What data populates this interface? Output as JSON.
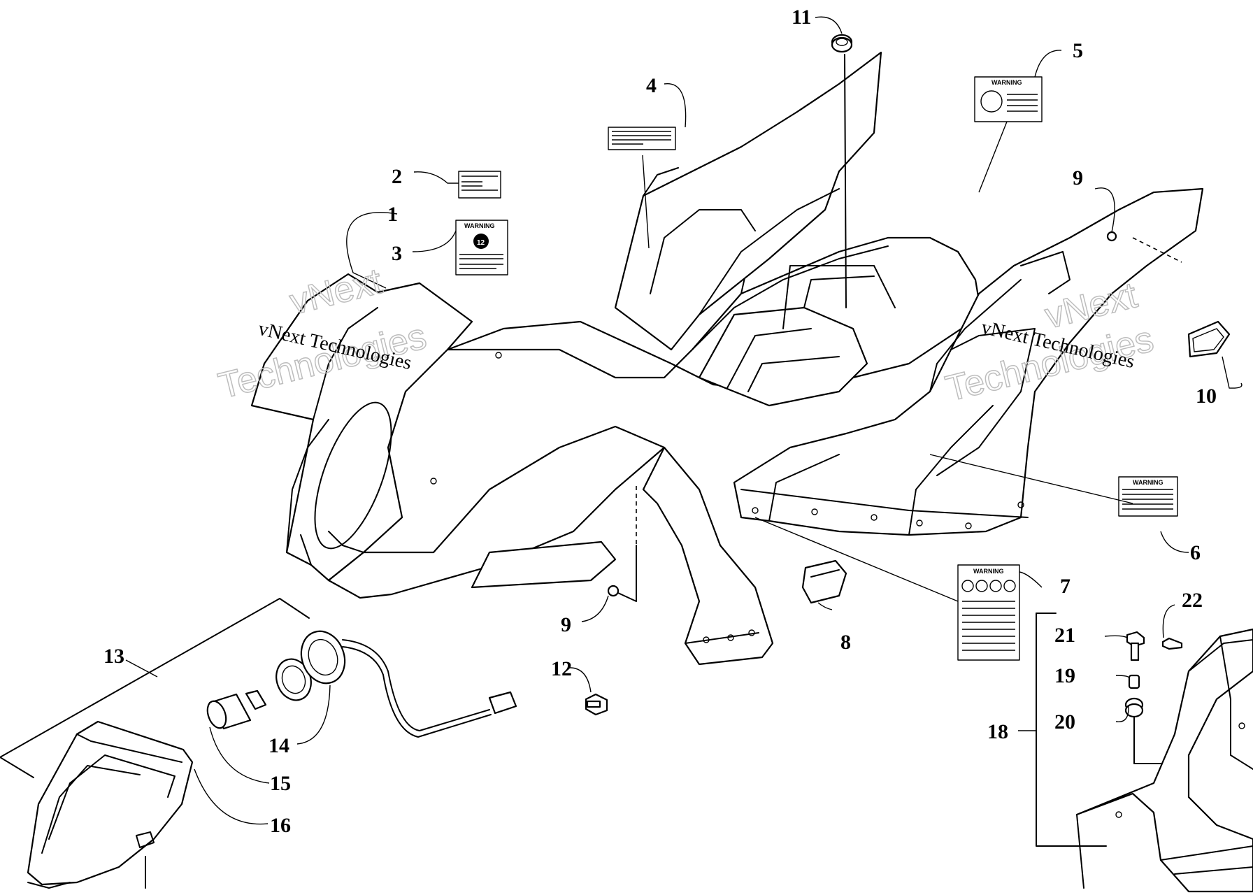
{
  "diagram": {
    "callouts": [
      {
        "id": "c1",
        "text": "1"
      },
      {
        "id": "c2",
        "text": "2"
      },
      {
        "id": "c3",
        "text": "3"
      },
      {
        "id": "c4",
        "text": "4"
      },
      {
        "id": "c5",
        "text": "5"
      },
      {
        "id": "c6",
        "text": "6"
      },
      {
        "id": "c7",
        "text": "7"
      },
      {
        "id": "c8",
        "text": "8"
      },
      {
        "id": "c9a",
        "text": "9"
      },
      {
        "id": "c9b",
        "text": "9"
      },
      {
        "id": "c10",
        "text": "10"
      },
      {
        "id": "c11",
        "text": "11"
      },
      {
        "id": "c12",
        "text": "12"
      },
      {
        "id": "c13",
        "text": "13"
      },
      {
        "id": "c14",
        "text": "14"
      },
      {
        "id": "c15",
        "text": "15"
      },
      {
        "id": "c16",
        "text": "16"
      },
      {
        "id": "c18",
        "text": "18"
      },
      {
        "id": "c19",
        "text": "19"
      },
      {
        "id": "c20",
        "text": "20"
      },
      {
        "id": "c21",
        "text": "21"
      },
      {
        "id": "c22",
        "text": "22"
      }
    ],
    "labels": {
      "warning": "WARNING",
      "age": "12"
    },
    "watermark": {
      "line1": "vNext Technologies",
      "line2a": "vNext",
      "line2b": "Technologies"
    }
  }
}
